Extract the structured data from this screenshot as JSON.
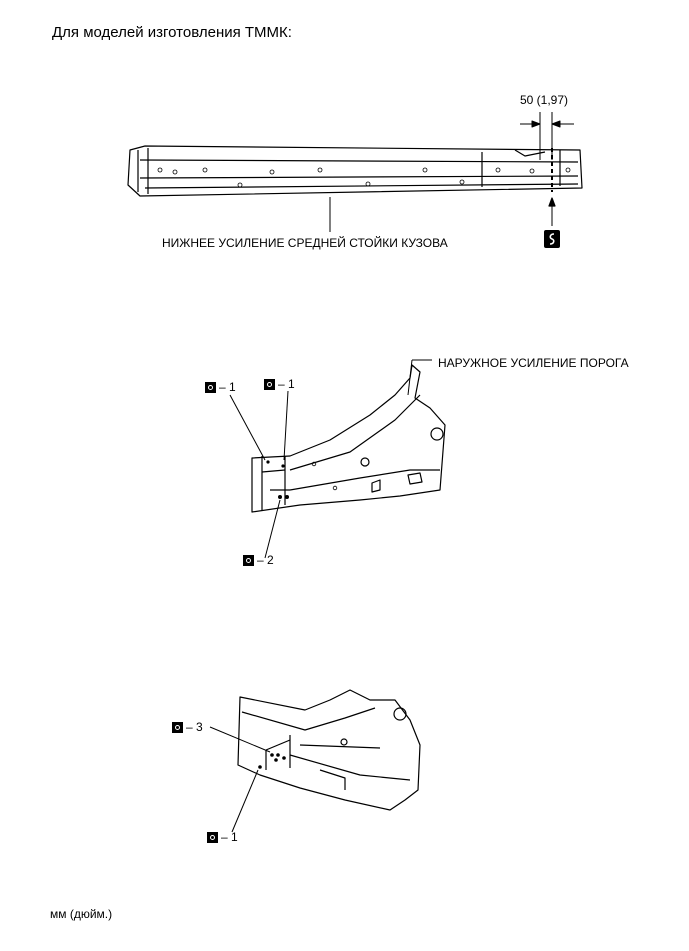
{
  "heading": "Для моделей изготовления ТММК:",
  "dimension_label": "50 (1,97)",
  "part_labels": {
    "rocker_reinforcement": "НИЖНЕЕ УСИЛЕНИЕ СРЕДНЕЙ СТОЙКИ КУЗОВА",
    "sill_reinforcement": "НАРУЖНОЕ УСИЛЕНИЕ ПОРОГА"
  },
  "weld_callouts": {
    "a": "– 1",
    "b": "– 1",
    "c": "– 2",
    "d": "– 3",
    "e": "– 1"
  },
  "icons": {
    "cut_symbol": "saw-cut-icon",
    "weld_symbol": "spot-weld-icon"
  },
  "units_note": "мм (дюйм.)"
}
